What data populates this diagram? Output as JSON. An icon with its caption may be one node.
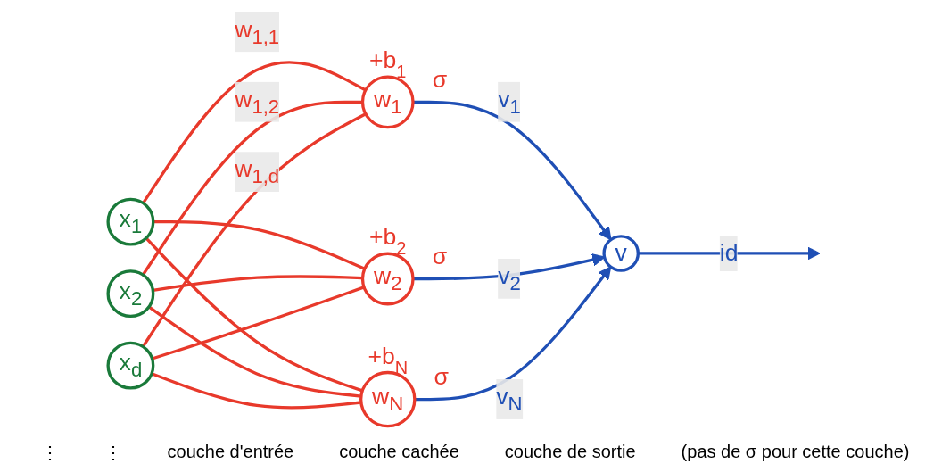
{
  "diagram": {
    "nodes": [
      {
        "text": [
          "x$_{1}$"
        ]
      },
      {
        "text": [
          "x$_{2}$"
        ]
      },
      {
        "text": [
          "x$_{d}$"
        ]
      },
      {
        "text": [
          "w$_{1}$"
        ],
        "beside": [
          "+b$_{1}$",
          "σ"
        ]
      },
      {
        "text": [
          "w$_{2}$"
        ],
        "beside": [
          "+b$_{2}$",
          "σ"
        ]
      },
      {
        "text": [
          "w$_{N}$"
        ],
        "beside": [
          "+b$_{N}$",
          "σ"
        ]
      },
      {
        "text": [
          "v"
        ]
      }
    ],
    "edges": [
      {
        "from": 0,
        "to": 3,
        "arrow": "none",
        "label": "w$_{1,1}$"
      },
      {
        "from": 0,
        "to": 4,
        "arrow": "none"
      },
      {
        "from": 0,
        "to": 5,
        "arrow": "none"
      },
      {
        "from": 1,
        "to": 3,
        "arrow": "none",
        "label": "w$_{1,2}$"
      },
      {
        "from": 1,
        "to": 4,
        "arrow": "none"
      },
      {
        "from": 1,
        "to": 5,
        "arrow": "none"
      },
      {
        "from": 2,
        "to": 3,
        "arrow": "none",
        "label": "w$_{1,d}$"
      },
      {
        "from": 2,
        "to": 4,
        "arrow": "none"
      },
      {
        "from": 2,
        "to": 5,
        "arrow": "none"
      },
      {
        "from": 3,
        "to": 6,
        "arrow": "to",
        "label": "v$_{1}$",
        "color": "#1f4fb5"
      },
      {
        "from": 4,
        "to": 6,
        "arrow": "to",
        "label": "v$_{2}$",
        "color": "#1f4fb5"
      },
      {
        "from": 5,
        "to": 6,
        "arrow": "to",
        "label": "v$_{N}$",
        "color": "#1f4fb5"
      },
      {
        "from": 6,
        "to": null,
        "arrow": "to",
        "label": "id",
        "color": "#1f4fb5"
      }
    ],
    "labels": [
      "⋮",
      "⋮",
      "couche d'entrée",
      "couche cachée",
      "couche de sortie",
      "(pas de σ pour cette couche)"
    ]
  }
}
